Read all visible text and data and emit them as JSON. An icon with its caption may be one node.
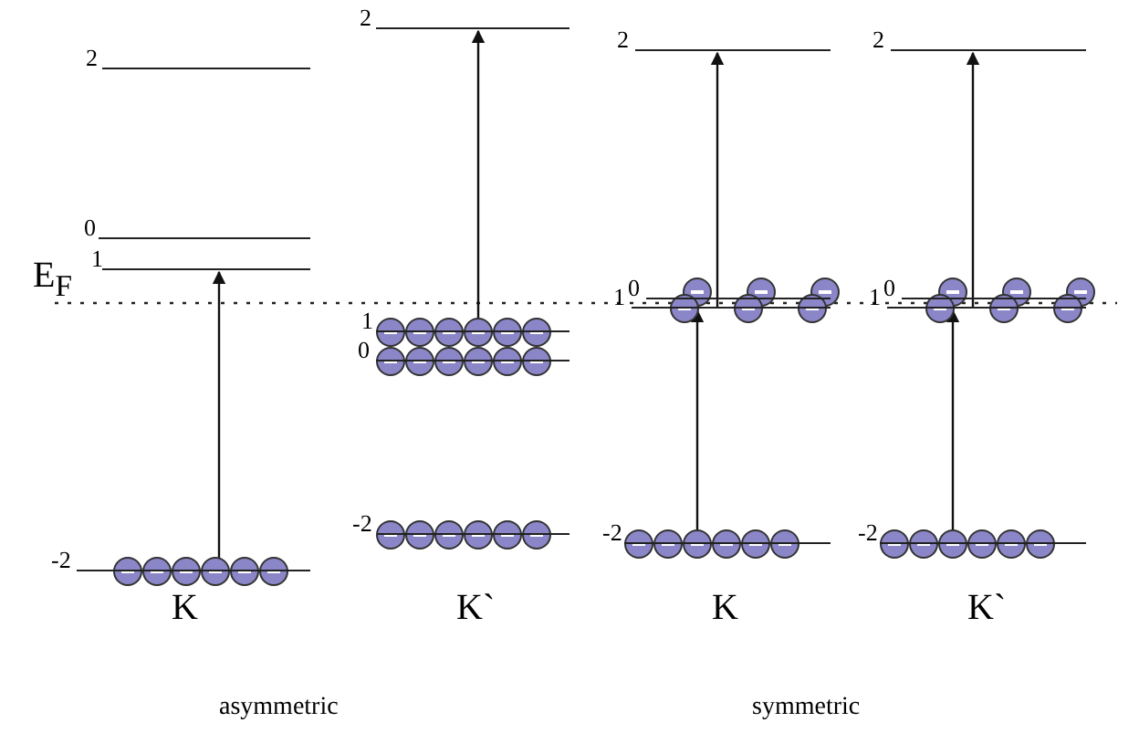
{
  "diagram": {
    "nodes": [
      {
        "text": [
          "2"
        ]
      },
      {
        "text": [
          "0"
        ]
      },
      {
        "text": [
          "1"
        ]
      },
      {
        "text": [
          "-2"
        ]
      },
      {
        "text": [
          "2"
        ]
      },
      {
        "text": [
          "1"
        ]
      },
      {
        "text": [
          "0"
        ]
      },
      {
        "text": [
          "-2"
        ]
      },
      {
        "text": [
          "2"
        ]
      },
      {
        "text": [
          "1"
        ]
      },
      {
        "text": [
          "0"
        ]
      },
      {
        "text": [
          "-2"
        ]
      },
      {
        "text": [
          "2"
        ]
      },
      {
        "text": [
          "1"
        ]
      },
      {
        "text": [
          "0"
        ]
      },
      {
        "text": [
          "-2"
        ]
      }
    ],
    "edges": [
      {
        "from": 3,
        "to": 2,
        "arrow": "to"
      },
      {
        "from": 5,
        "to": 4,
        "arrow": "to"
      },
      {
        "from": 11,
        "to": 9,
        "arrow": "to"
      },
      {
        "from": 9,
        "to": 8,
        "arrow": "to"
      },
      {
        "from": 15,
        "to": 13,
        "arrow": "to"
      },
      {
        "from": 13,
        "to": 12,
        "arrow": "to"
      }
    ],
    "labels": [
      "E$_{F}$",
      "K",
      "K`",
      "K",
      "K`",
      "asymmetric",
      "symmetric"
    ]
  }
}
